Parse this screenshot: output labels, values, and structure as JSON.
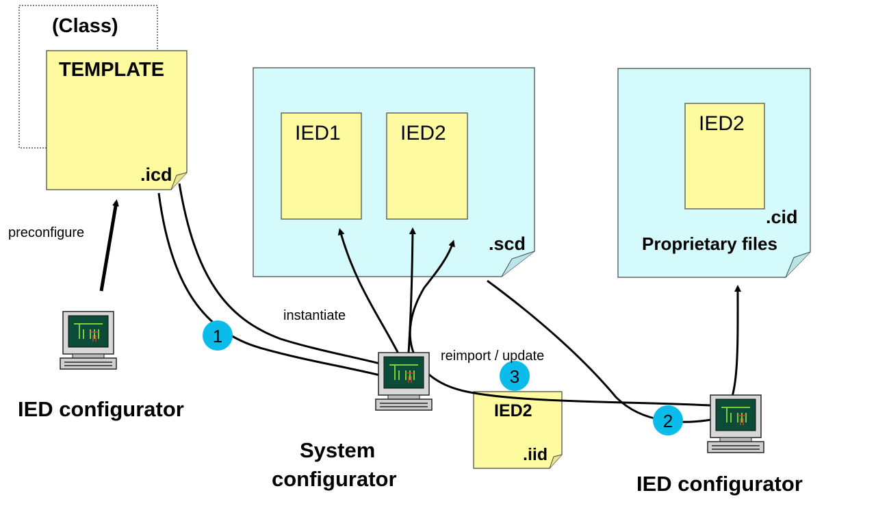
{
  "template_doc": {
    "class_label": "(Class)",
    "title": "TEMPLATE",
    "ext": ".icd"
  },
  "scd_doc": {
    "ext": ".scd",
    "ied1": "IED1",
    "ied2": "IED2"
  },
  "cid_doc": {
    "ied": "IED2",
    "ext": ".cid",
    "caption": "Proprietary files"
  },
  "iid_doc": {
    "title": "IED2",
    "ext": ".iid"
  },
  "edges": {
    "preconfigure": "preconfigure",
    "instantiate": "instantiate",
    "reimport": "reimport / update"
  },
  "steps": [
    "1",
    "2",
    "3"
  ],
  "computers": {
    "left": {
      "caption": "IED configurator"
    },
    "system": {
      "caption_line1": "System",
      "caption_line2": "configurator"
    },
    "right": {
      "caption": "IED configurator"
    }
  },
  "colors": {
    "note": "#fdfaa0",
    "scd": "#d4fafb",
    "step": "#0bbbe9",
    "screen": "#0b4b38"
  }
}
